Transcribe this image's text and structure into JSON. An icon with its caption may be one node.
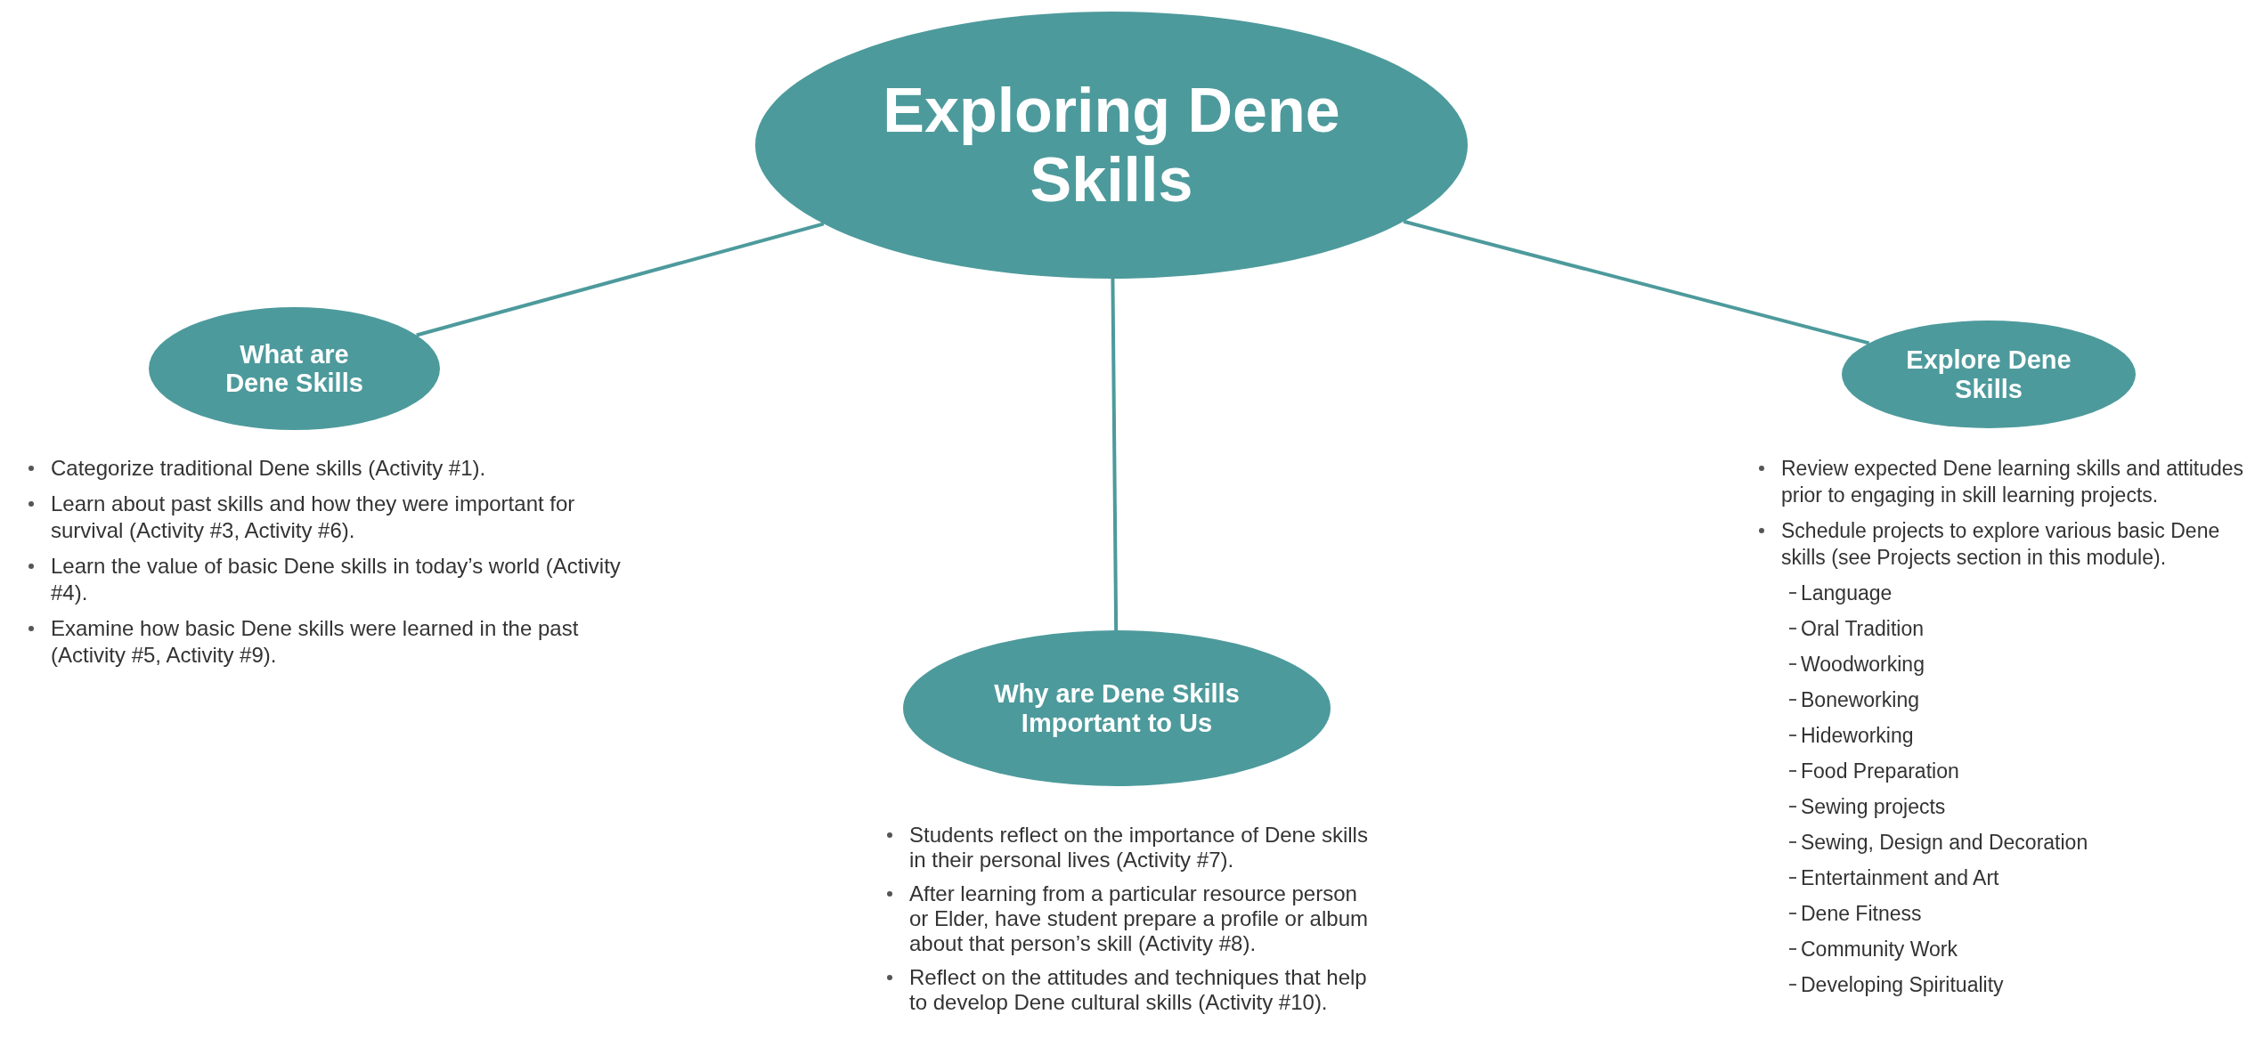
{
  "diagram": {
    "nodes": [
      {
        "text": [
          "Exploring Dene Skills"
        ]
      },
      {
        "text": [
          "What are Dene Skills"
        ],
        "beside": [
          "Categorize traditional Dene skills (Activity #1).",
          "Learn about past skills and how they were important for survival (Activity #3,  Activity #6).",
          "Learn the value of basic Dene skills in today’s world (Activity #4).",
          "Examine how basic Dene skills were learned in the past (Activity #5, Activity #9)."
        ]
      },
      {
        "text": [
          "Explore Dene Skills"
        ],
        "beside": [
          "Review expected Dene learning skills and attitudes prior to engaging in skill learning projects.",
          "Schedule projects to explore various basic Dene skills (see Projects section in this module).",
          "Language",
          "Oral Tradition",
          "Woodworking",
          "Boneworking",
          "Hideworking",
          "Food Preparation",
          "Sewing projects",
          "Sewing, Design and Decoration",
          "Entertainment and Art",
          "Dene Fitness",
          "Community Work",
          "Developing Spirituality"
        ]
      },
      {
        "text": [
          "Why are Dene Skills Important to Us"
        ],
        "beside": [
          "Students reflect on the importance of Dene skills in their personal lives (Activity #7).",
          "After learning from a particular resource person or Elder, have student prepare a profile or album about that person’s skill (Activity #8).",
          "Reflect on the attitudes and techniques that help to develop Dene cultural skills (Activity #10)."
        ]
      }
    ],
    "edges": [
      {
        "from": 0,
        "to": 1,
        "arrow": "none"
      },
      {
        "from": 0,
        "to": 2,
        "arrow": "none"
      },
      {
        "from": 0,
        "to": 3,
        "arrow": "none"
      }
    ]
  }
}
